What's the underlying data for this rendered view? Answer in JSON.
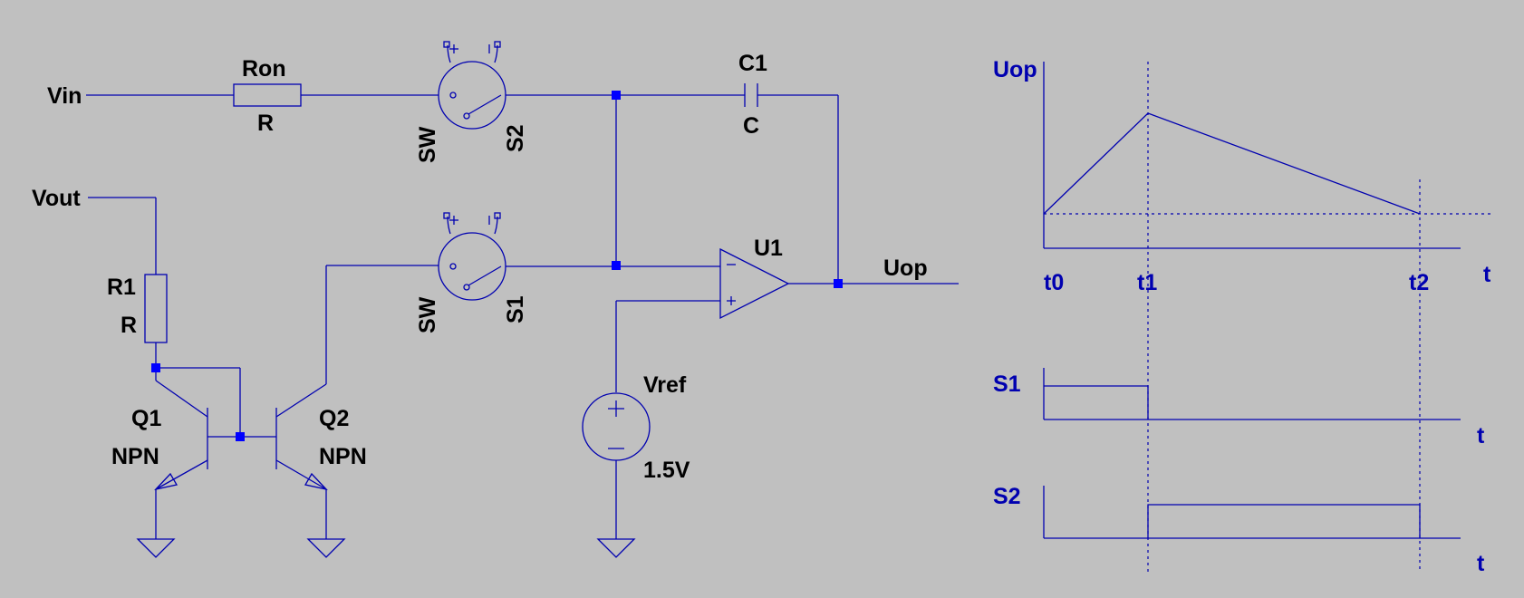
{
  "schematic": {
    "labels": {
      "vin": "Vin",
      "vout": "Vout",
      "uop_net": "Uop",
      "ron_name": "Ron",
      "ron_value": "R",
      "r1_name": "R1",
      "r1_value": "R",
      "s2_type": "SW",
      "s2_name": "S2",
      "s1_type": "SW",
      "s1_name": "S1",
      "c1_name": "C1",
      "c1_value": "C",
      "u1_name": "U1",
      "vref_name": "Vref",
      "vref_value": "1.5V",
      "q1_name": "Q1",
      "q1_type": "NPN",
      "q2_name": "Q2",
      "q2_type": "NPN"
    }
  },
  "timing": {
    "uop_label": "Uop",
    "s1_label": "S1",
    "s2_label": "S2",
    "t_axis": "t",
    "t0": "t0",
    "t1": "t1",
    "t2": "t2"
  },
  "colors": {
    "wire": "#0000b0",
    "junction": "#0000ff",
    "background": "#c0c0c0",
    "component_text": "#000000"
  }
}
